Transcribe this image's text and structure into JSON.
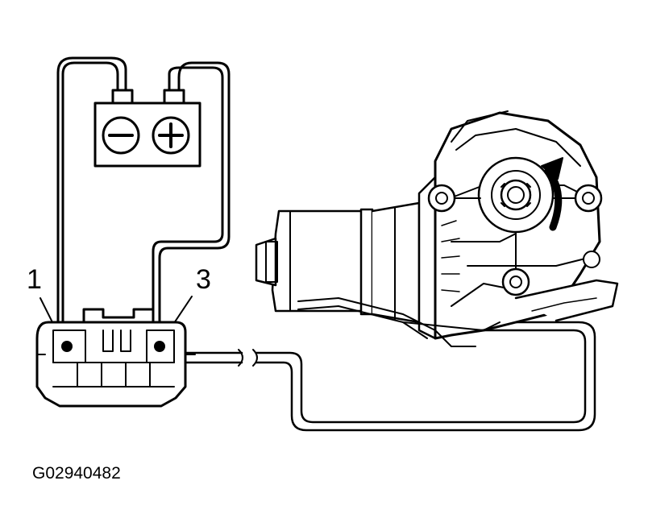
{
  "labels": {
    "pin_1": "1",
    "pin_3": "3",
    "figure_code": "G02940482"
  },
  "colors": {
    "line": "#000000",
    "background": "#ffffff"
  },
  "components": {
    "battery": {
      "negative_symbol": "minus-icon",
      "positive_symbol": "plus-icon"
    },
    "connector": {
      "terminals_marked": [
        "1",
        "3"
      ]
    },
    "motor": {
      "rotation_indicator": "curved-arrow-icon"
    }
  }
}
